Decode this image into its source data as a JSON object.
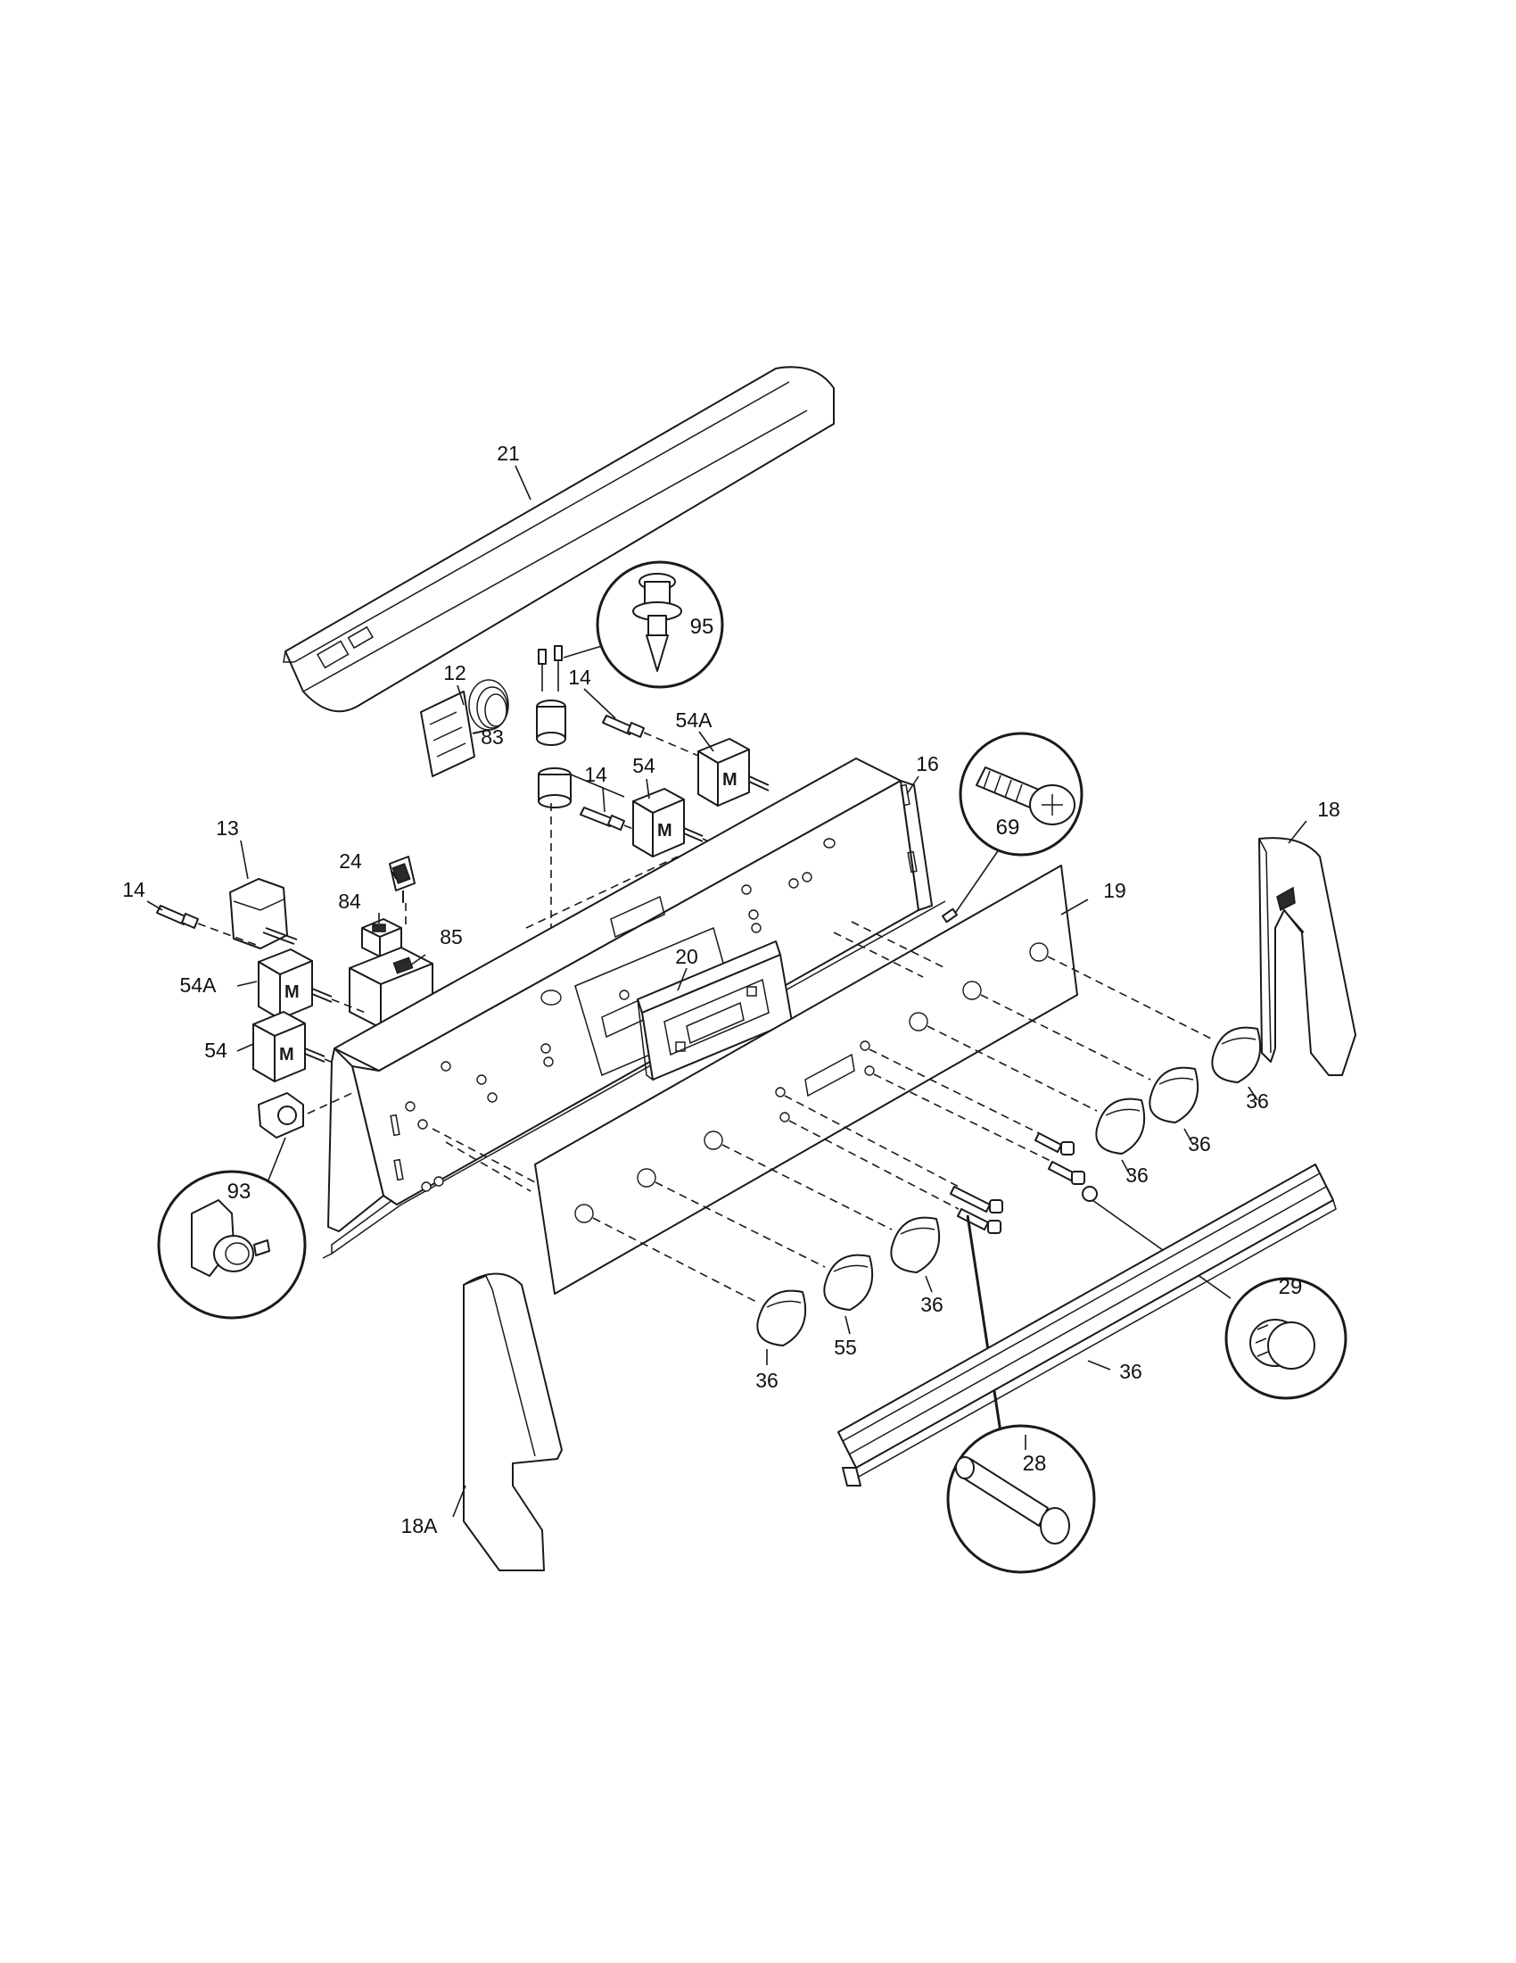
{
  "diagram": {
    "part_labels": [
      {
        "id": "21",
        "text": "21"
      },
      {
        "id": "95",
        "text": "95"
      },
      {
        "id": "12",
        "text": "12"
      },
      {
        "id": "14-top",
        "text": "14"
      },
      {
        "id": "54A-top",
        "text": "54A"
      },
      {
        "id": "83",
        "text": "83"
      },
      {
        "id": "54-top",
        "text": "54"
      },
      {
        "id": "14-mid",
        "text": "14"
      },
      {
        "id": "16",
        "text": "16"
      },
      {
        "id": "69",
        "text": "69"
      },
      {
        "id": "18",
        "text": "18"
      },
      {
        "id": "13",
        "text": "13"
      },
      {
        "id": "24",
        "text": "24"
      },
      {
        "id": "14-left",
        "text": "14"
      },
      {
        "id": "84",
        "text": "84"
      },
      {
        "id": "85",
        "text": "85"
      },
      {
        "id": "19",
        "text": "19"
      },
      {
        "id": "20",
        "text": "20"
      },
      {
        "id": "54A-left",
        "text": "54A"
      },
      {
        "id": "54-left",
        "text": "54"
      },
      {
        "id": "36-a",
        "text": "36"
      },
      {
        "id": "36-b",
        "text": "36"
      },
      {
        "id": "36-c",
        "text": "36"
      },
      {
        "id": "93",
        "text": "93"
      },
      {
        "id": "29",
        "text": "29"
      },
      {
        "id": "36-d",
        "text": "36"
      },
      {
        "id": "36-e",
        "text": "36"
      },
      {
        "id": "55",
        "text": "55"
      },
      {
        "id": "36-f",
        "text": "36"
      },
      {
        "id": "28",
        "text": "28"
      },
      {
        "id": "18A",
        "text": "18A"
      }
    ],
    "switch_marking": "M"
  }
}
